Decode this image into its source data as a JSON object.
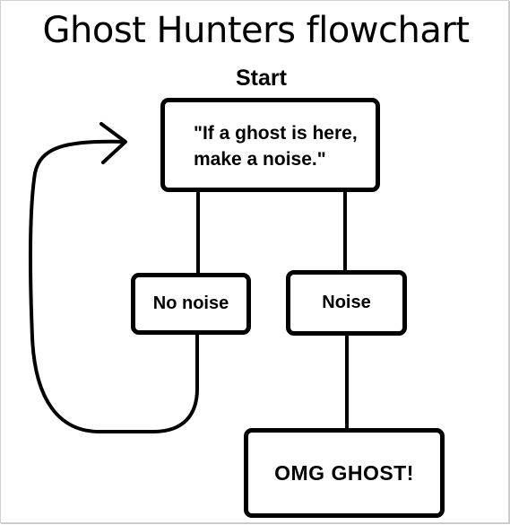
{
  "title": "Ghost Hunters flowchart",
  "start_label": "Start",
  "nodes": {
    "start": {
      "line1": "\"If a ghost is here,",
      "line2": "make a noise.\""
    },
    "no_noise": {
      "label": "No noise"
    },
    "noise": {
      "label": "Noise"
    },
    "ghost": {
      "label": "OMG GHOST!"
    }
  }
}
